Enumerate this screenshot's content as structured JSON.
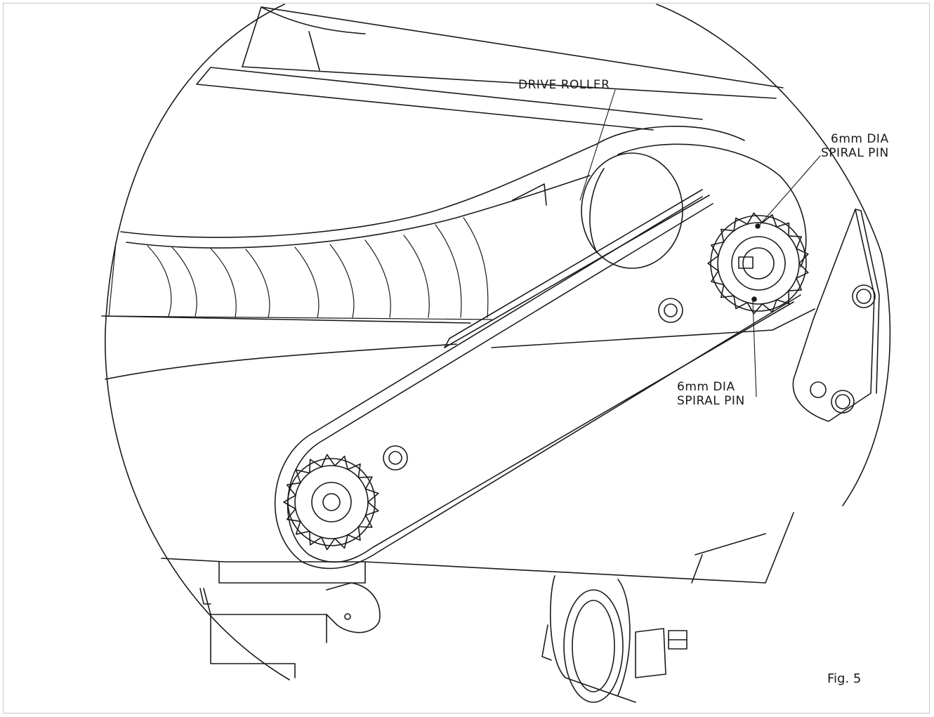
{
  "figure": {
    "label": "Fig. 5"
  },
  "callouts": {
    "drive_roller": "DRIVE ROLLER",
    "spiral_pin_upper": {
      "line1": "6mm DIA",
      "line2": "SPIRAL PIN"
    },
    "spiral_pin_lower": {
      "line1": "6mm DIA",
      "line2": "SPIRAL PIN"
    }
  },
  "colors": {
    "line": "#1a1a1a",
    "background": "#ffffff",
    "frame": "#c8c8c8"
  }
}
